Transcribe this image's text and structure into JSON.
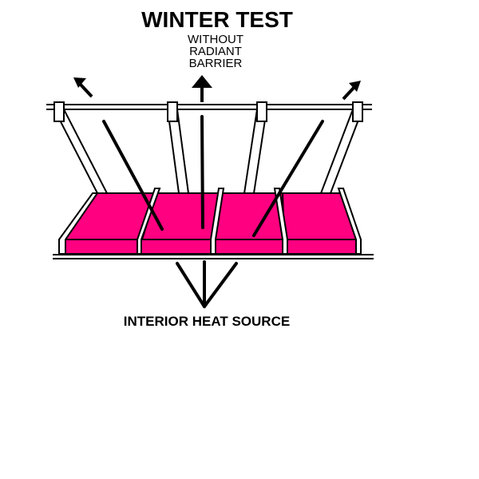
{
  "title": "WINTER TEST",
  "subtitle_lines": [
    "WITHOUT",
    "RADIANT",
    "BARRIER"
  ],
  "caption": "INTERIOR HEAT SOURCE",
  "colors": {
    "insulation": "#ff0080",
    "stroke": "#000000",
    "background": "#ffffff"
  },
  "icons": {
    "escape_arrows": "arrow-icon",
    "source_arrows": "arrow-icon"
  }
}
